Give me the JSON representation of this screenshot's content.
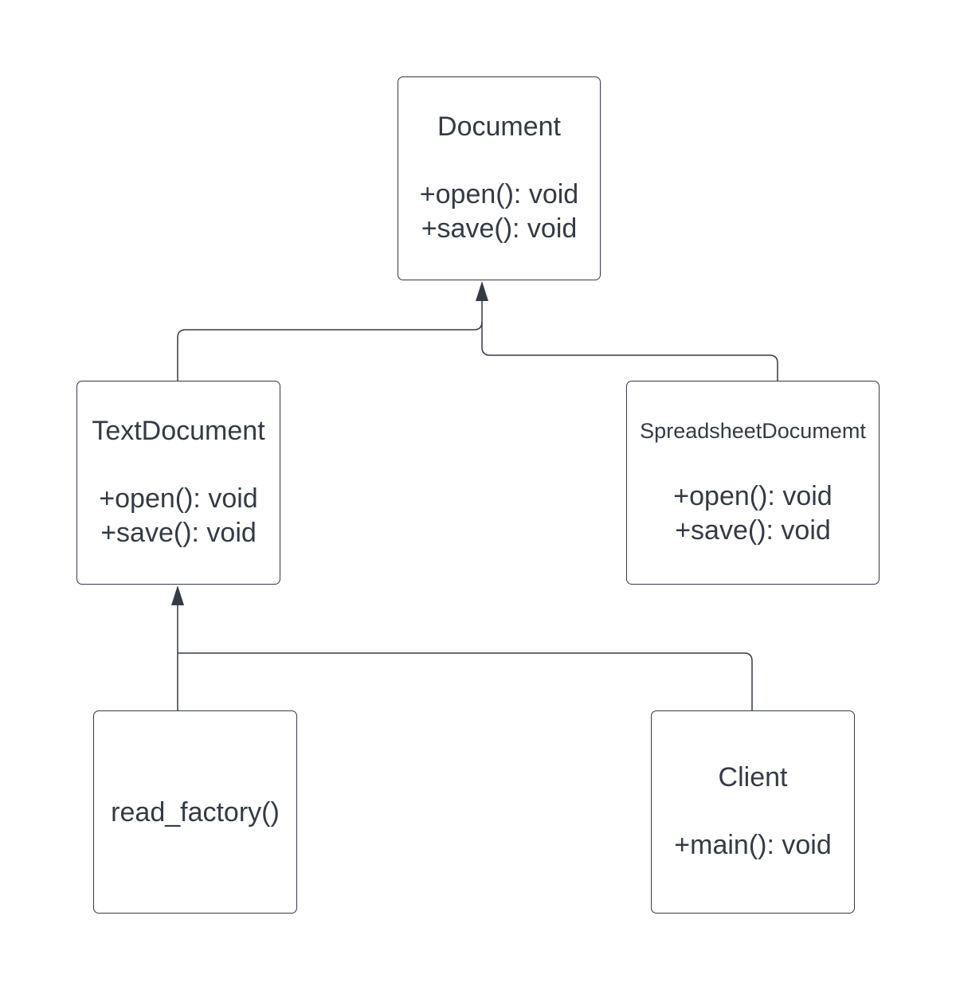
{
  "diagram": {
    "classes": {
      "document": {
        "name": "Document",
        "methods": [
          "+open(): void",
          "+save(): void"
        ]
      },
      "text_document": {
        "name": "TextDocument",
        "methods": [
          "+open(): void",
          "+save(): void"
        ]
      },
      "spreadsheet_document": {
        "name": "SpreadsheetDocumemt",
        "methods": [
          "+open(): void",
          "+save(): void"
        ]
      },
      "client": {
        "name": "Client",
        "methods": [
          "+main(): void"
        ]
      }
    },
    "function_box": {
      "label": "read_factory()"
    },
    "relationships": [
      {
        "from": "TextDocument",
        "to": "Document",
        "type": "generalization"
      },
      {
        "from": "SpreadsheetDocumemt",
        "to": "Document",
        "type": "generalization"
      },
      {
        "from": "read_factory()",
        "to": "TextDocument",
        "type": "arrow"
      },
      {
        "from": "Client",
        "to": "TextDocument",
        "type": "arrow"
      }
    ],
    "colors": {
      "stroke": "#343a46",
      "text": "#343a46",
      "background": "#ffffff"
    }
  }
}
